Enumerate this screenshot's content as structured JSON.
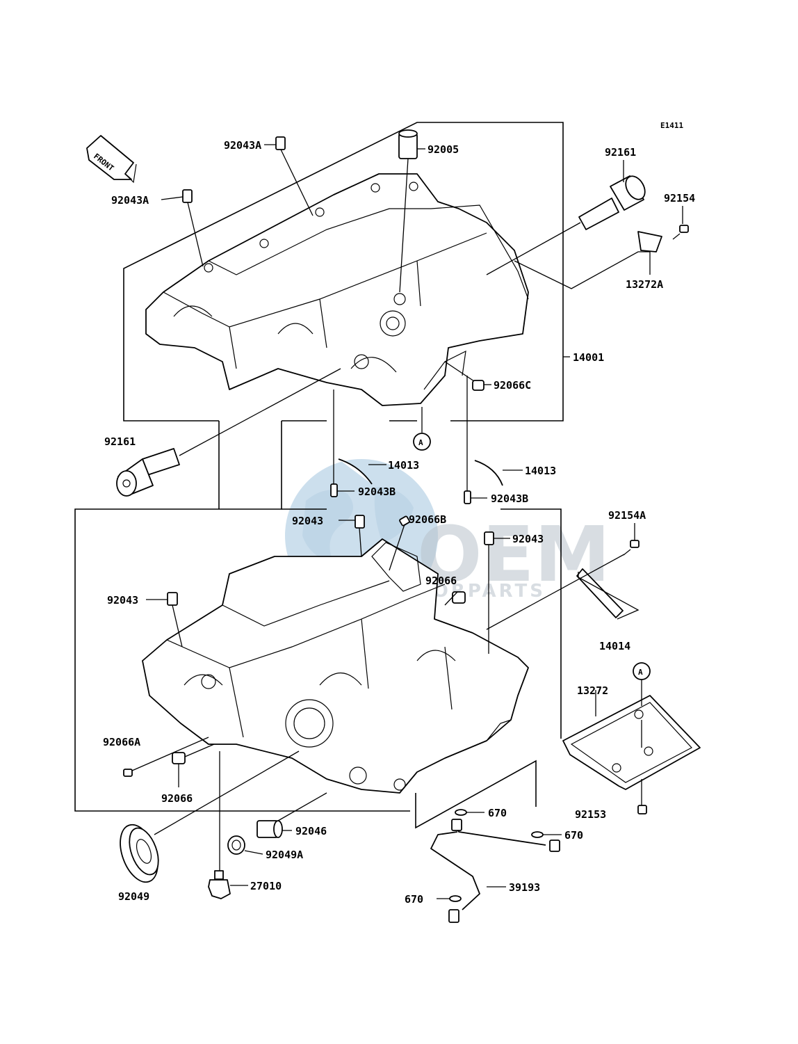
{
  "diagram_code": "E1411",
  "front_arrow_text": "FRONT",
  "ref_markers": [
    "A",
    "A"
  ],
  "watermark": {
    "main": "OEM",
    "sub": "MOTORPARTS",
    "color": "#8fb7d8"
  },
  "labels": {
    "p92043A_top": "92043A",
    "p92005": "92005",
    "p92161_top": "92161",
    "p92154": "92154",
    "p92043A_left": "92043A",
    "p13272A": "13272A",
    "p14001": "14001",
    "p92066C": "92066C",
    "p92161_left": "92161",
    "p14013_mid": "14013",
    "p14013_right": "14013",
    "p92043B_mid": "92043B",
    "p92043B_right": "92043B",
    "p92043_mid": "92043",
    "p92066B": "92066B",
    "p92043_right": "92043",
    "p92154A": "92154A",
    "p92066_mid": "92066",
    "p92043_left": "92043",
    "p14014": "14014",
    "p13272": "13272",
    "p92066A": "92066A",
    "p92066_low": "92066",
    "p670_a": "670",
    "p670_b": "670",
    "p92046": "92046",
    "p92049A": "92049A",
    "p92153": "92153",
    "p92049": "92049",
    "p27010": "27010",
    "p39193": "39193",
    "p670_c": "670"
  }
}
